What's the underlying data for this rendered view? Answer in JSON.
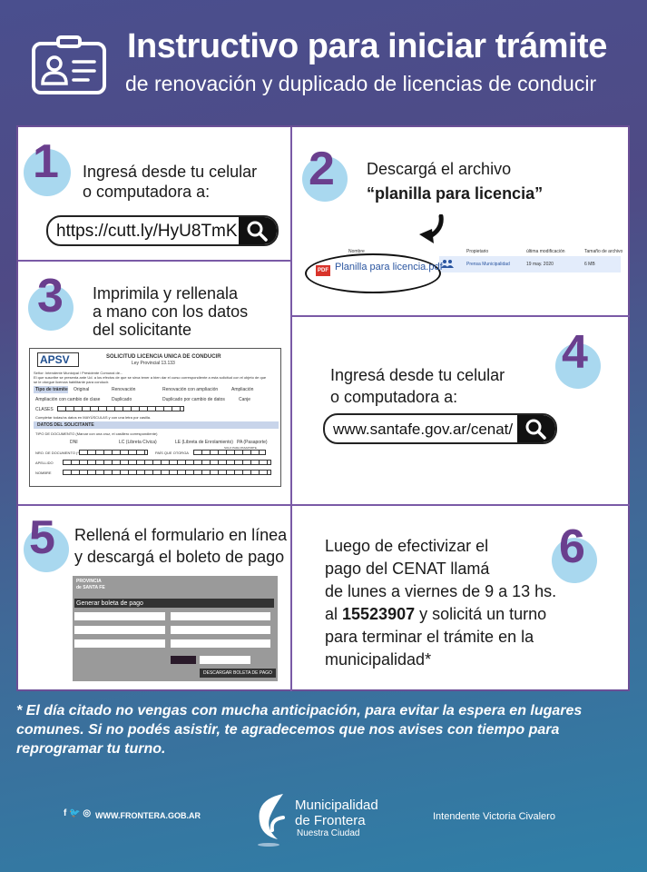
{
  "header": {
    "title": "Instructivo para iniciar trámite",
    "subtitle": "de renovación y duplicado de licencias de conducir",
    "icon": "id-card-icon"
  },
  "steps": [
    {
      "number": "1",
      "line1": "Ingresá desde tu celular",
      "line2": "o computadora a:",
      "url": "https://cutt.ly/HyU8TmK"
    },
    {
      "number": "2",
      "line1": "Descargá el archivo",
      "line2": "“planilla para licencia”",
      "file": {
        "col_name": "Nombre",
        "col_owner": "Propietario",
        "col_modified": "última modificación",
        "col_size": "Tamaño de archivo",
        "name": "Planilla para licencia.pdf",
        "owner": "Prensa Municipalidad",
        "modified": "19 may. 2020",
        "size": "6 MB",
        "badge": "PDF"
      }
    },
    {
      "number": "3",
      "line1": "Imprimila y rellenala",
      "line2": "a mano con los datos",
      "line3": "del solicitante",
      "form": {
        "logo": "APSV",
        "title": "SOLICITUD LICENCIA UNICA DE CONDUCIR",
        "law": "Ley Provincial 13.133",
        "greeting": "Señor: Intendente Municipal / Presidente Comunal de...",
        "intro1": "El que suscribe se presenta ante Ud. a los efectos de que se sirva tener a bien dar el curso correspondiente a esta solicitud con el objeto de que",
        "intro2": "se le otorgue licencia habilitante para conducir.",
        "section1": "Tipo de trámite",
        "opt_original": "Original",
        "opt_renovacion": "Renovación",
        "opt_renov_ampl": "Renovación con ampliación",
        "opt_ampliacion": "Ampliación",
        "opt_ampl_clase": "Ampliación con cambio de clase",
        "opt_duplicado": "Duplicado",
        "opt_dup_datos": "Duplicado por cambio de datos",
        "opt_canje": "Canje",
        "clases": "CLASES",
        "completar": "Completar todas/os datos en MAYÚSCULAS y con una letra por casilla.",
        "section2": "DATOS DEL SOLICITANTE",
        "tipo_doc": "TIPO DE DOCUMENTO (Marcar con una cruz, el casillero correspondiente)",
        "dni": "DNI",
        "lc": "LC (Libreta Cívica)",
        "le": "LE (Libreta de Enrolamiento)",
        "pa": "PA (Pasaporte)",
        "solo_pa": "SOLO PARA PASAPORTE",
        "nro_doc": "NRO. DE DOCUMENTO (*)",
        "pais": "PAÍS QUE OTORGA",
        "apellido": "APELLIDO",
        "nombre": "NOMBRE"
      }
    },
    {
      "number": "4",
      "line1": "Ingresá desde tu celular",
      "line2": "o computadora a:",
      "url": "www.santafe.gov.ar/cenat/"
    },
    {
      "number": "5",
      "line1": "Rellená el formulario en línea",
      "line2": "y descargá el boleto de pago",
      "form": {
        "province1": "PROVINCIA",
        "province2": "de SANTA FE",
        "header": "Generar boleta de pago",
        "download": "DESCARGAR BOLETA DE PAGO"
      }
    },
    {
      "number": "6",
      "line1": "Luego de efectivizar el",
      "line2": "pago del CENAT llamá",
      "line3": "de lunes a viernes de 9 a 13 hs.",
      "line4_pre": "al ",
      "phone": "15523907",
      "line4_post": " y solicitá un turno",
      "line5": "para terminar el trámite en la",
      "line6": "municipalidad*"
    }
  ],
  "footnote": "* El día citado no vengas con mucha anticipación, para evitar la espera en lugares comunes. Si no podés asistir, te agradecemos que nos avises con tiempo para reprogramar tu turno.",
  "footer": {
    "social": "f 🐦 ◎",
    "website": "WWW.FRONTERA.GOB.AR",
    "logo_line1": "Municipalidad",
    "logo_line2": "de Frontera",
    "logo_sub": "Nuestra Ciudad",
    "intendente": "Intendente Victoria Civalero"
  },
  "colors": {
    "accent_purple": "#6a3f8e",
    "circle_blue": "#a9d8ef",
    "border": "#7a5aa6"
  }
}
